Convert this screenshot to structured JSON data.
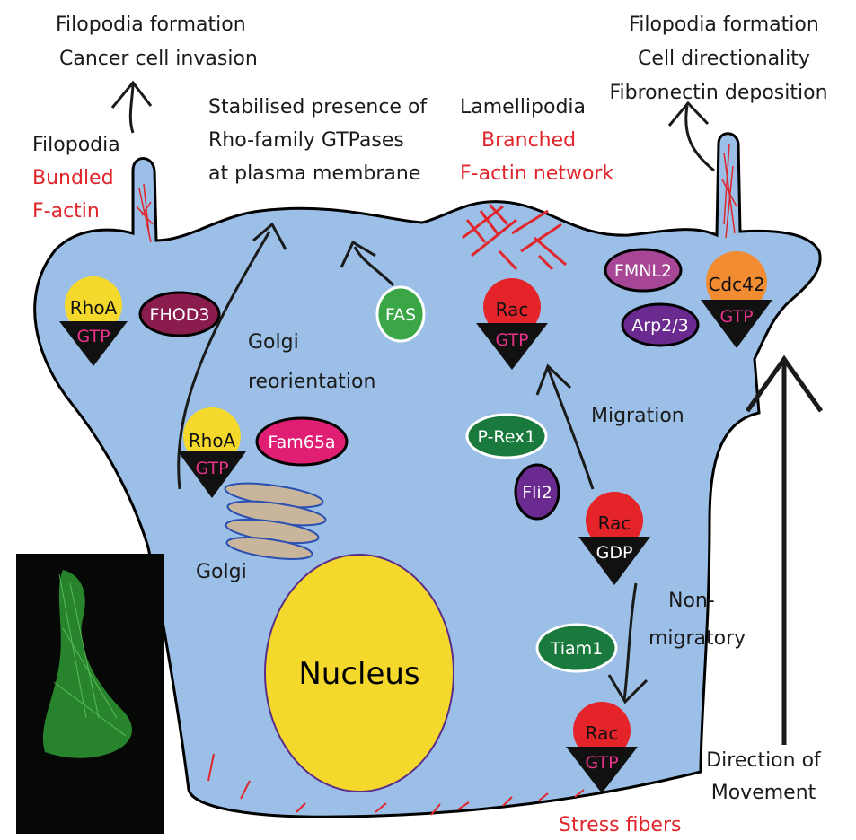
{
  "top_left": {
    "outcome_line1": "Filopodia formation",
    "outcome_line2": "Cancer cell invasion",
    "filopodia_label": "Filopodia",
    "bundled": "Bundled",
    "factin": "F-actin"
  },
  "top_center": {
    "line1": "Stabilised presence of",
    "line2": "Rho-family GTPases",
    "line3": "at plasma membrane"
  },
  "lamellipodia": {
    "label": "Lamellipodia",
    "branched": "Branched",
    "network": "F-actin network"
  },
  "top_right": {
    "line1": "Filopodia formation",
    "line2": "Cell directionality",
    "line3": "Fibronectin deposition"
  },
  "proteins": {
    "rhoa_top": "RhoA",
    "gtp_rhoa_top": "GTP",
    "fhod3": "FHOD3",
    "fas": "FAS",
    "rac_top": "Rac",
    "gtp_rac_top": "GTP",
    "fmnl2": "FMNL2",
    "arp23": "Arp2/3",
    "cdc42": "Cdc42",
    "gtp_cdc42": "GTP",
    "rhoa_golgi": "RhoA",
    "gtp_rhoa_golgi": "GTP",
    "fam65a": "Fam65a",
    "prex1": "P-Rex1",
    "fli2": "Fli2",
    "rac_mid": "Rac",
    "gdp_rac_mid": "GDP",
    "tiam1": "Tiam1",
    "rac_bottom": "Rac",
    "gtp_rac_bottom": "GTP"
  },
  "labels": {
    "golgi_reorientation_1": "Golgi",
    "golgi_reorientation_2": "reorientation",
    "golgi": "Golgi",
    "nucleus": "Nucleus",
    "migration": "Migration",
    "non_migratory_1": "Non-",
    "non_migratory_2": "migratory",
    "stress_fibers": "Stress fibers",
    "direction_1": "Direction of",
    "direction_2": "Movement"
  },
  "colors": {
    "cell": "#9bbfe6",
    "nucleus": "#f4d92c",
    "rhoa": "#f4d92c",
    "rac": "#e5242a",
    "cdc42": "#f28c33",
    "fhod3": "#8a1c4e",
    "fam65a": "#e01f74",
    "fas": "#3aa646",
    "green_pill": "#1a7a3d",
    "purple_pill": "#6a2a8f",
    "fmnl2": "#a64694",
    "actin": "#e0262b"
  }
}
